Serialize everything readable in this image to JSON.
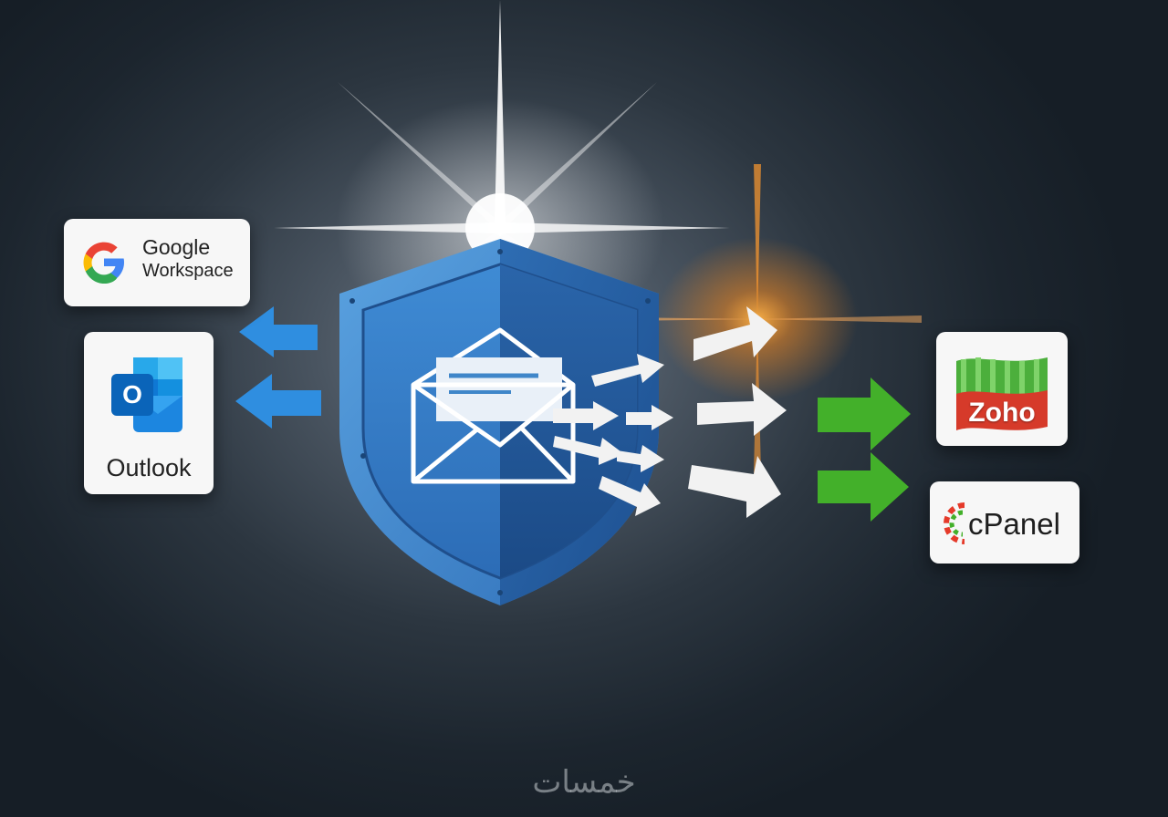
{
  "services": {
    "google": {
      "line1": "Google",
      "line2": "Workspace",
      "icon": "google-g-icon"
    },
    "outlook": {
      "label": "Outlook",
      "icon": "outlook-icon"
    },
    "zoho": {
      "label": "Zoho",
      "icon": "zoho-flag-icon"
    },
    "cpanel": {
      "label": "cPanel",
      "icon": "cpanel-icon"
    }
  },
  "watermark": "خمسات",
  "colors": {
    "shield_blue": "#3f86c9",
    "arrow_blue": "#2f8ee0",
    "arrow_green": "#43b02a",
    "zoho_red": "#d63a2a",
    "zoho_green": "#4caf3c"
  }
}
